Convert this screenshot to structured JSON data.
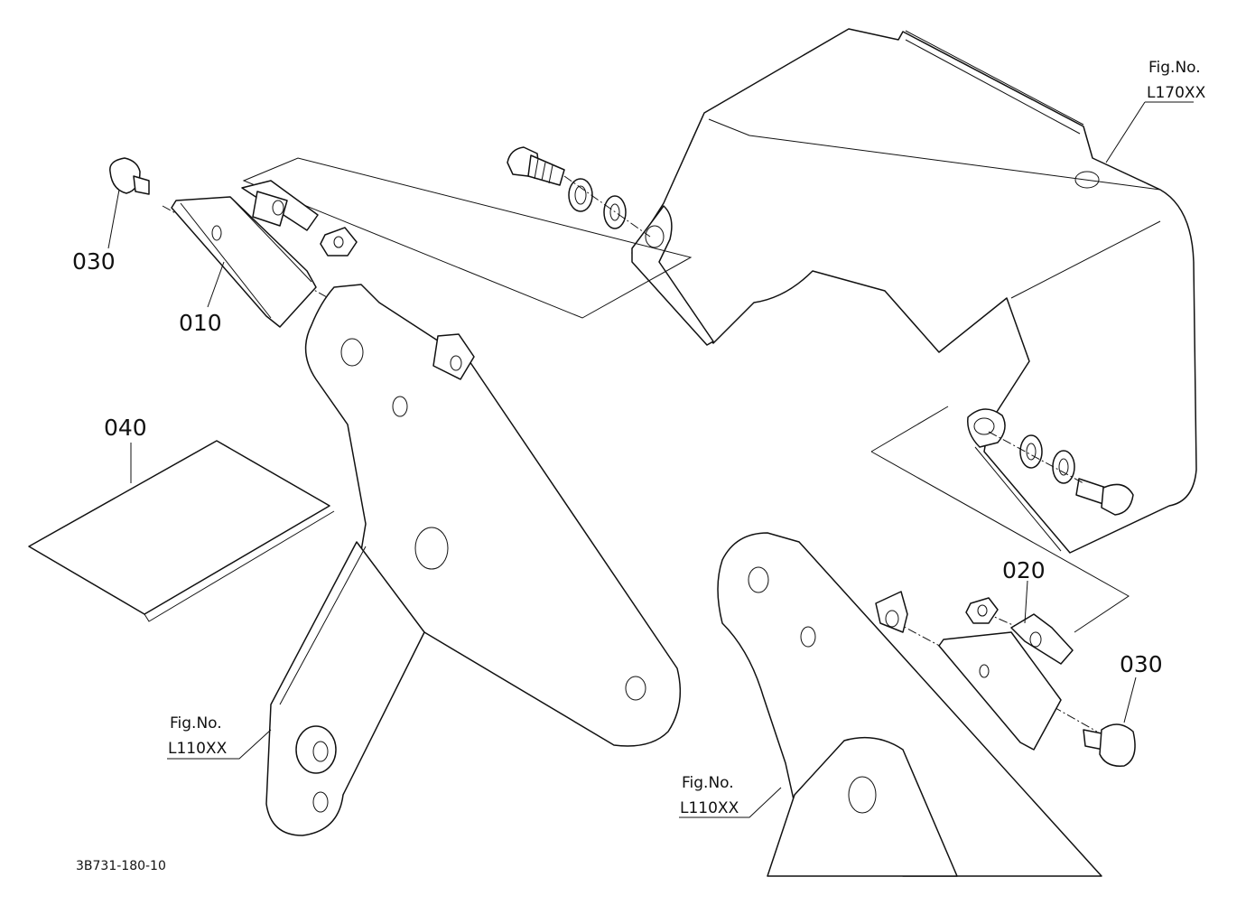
{
  "parts": {
    "p010": "010",
    "p020": "020",
    "p030_left": "030",
    "p030_right": "030",
    "p040": "040"
  },
  "references": {
    "top_right": {
      "line1": "Fig.No.",
      "line2": "L170XX"
    },
    "bottom_left": {
      "line1": "Fig.No.",
      "line2": "L110XX"
    },
    "bottom_center": {
      "line1": "Fig.No.",
      "line2": "L110XX"
    }
  },
  "drawing_code": "3B731-180-10"
}
